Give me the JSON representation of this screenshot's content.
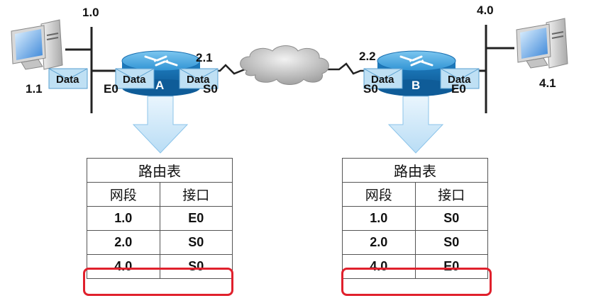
{
  "network": {
    "segment_left": "1.0",
    "segment_right": "4.0",
    "pc_left_addr": "1.1",
    "pc_right_addr": "4.1",
    "router_a": {
      "name": "A",
      "e_port": "E0",
      "s_port": "S0",
      "s_addr": "2.1"
    },
    "router_b": {
      "name": "B",
      "e_port": "E0",
      "s_port": "S0",
      "s_addr": "2.2"
    },
    "packet_label": "Data"
  },
  "table_a": {
    "title": "路由表",
    "headers": [
      "网段",
      "接口"
    ],
    "rows": [
      {
        "network": "1.0",
        "interface": "E0"
      },
      {
        "network": "2.0",
        "interface": "S0"
      },
      {
        "network": "4.0",
        "interface": "S0"
      }
    ],
    "highlighted_row": 2
  },
  "table_b": {
    "title": "路由表",
    "headers": [
      "网段",
      "接口"
    ],
    "rows": [
      {
        "network": "1.0",
        "interface": "S0"
      },
      {
        "network": "2.0",
        "interface": "S0"
      },
      {
        "network": "4.0",
        "interface": "E0"
      }
    ],
    "highlighted_row": 2
  },
  "colors": {
    "router": "#2a8fd0",
    "envelope": "#bfe0f4",
    "arrow": "#cfe8f8",
    "cloud": "#b3b3b3",
    "highlight": "#e0202c"
  }
}
